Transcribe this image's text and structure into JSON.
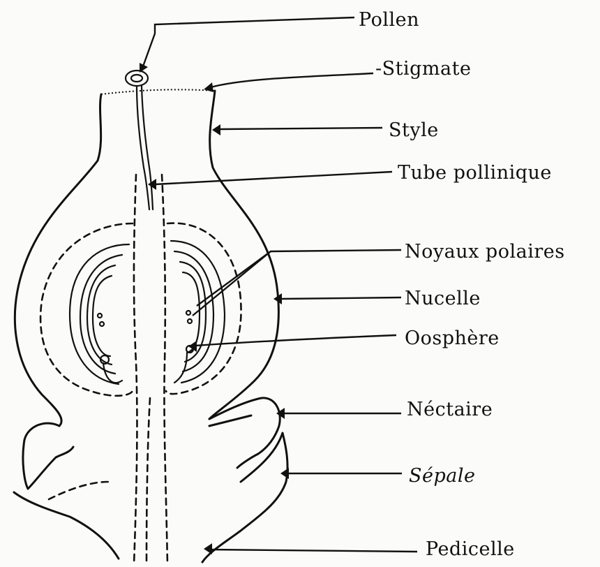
{
  "labels": {
    "pollen": "Pollen",
    "stigmate": "-Stigmate",
    "style": "Style",
    "tube_pollinique": "Tube pollinique",
    "noyaux_polaires": "Noyaux polaires",
    "nucelle": "Nucelle",
    "oosphere": "Oosphère",
    "nectaire": "Néctaire",
    "sepale": "Sépale",
    "pedicelle": "Pedicelle"
  },
  "colors": {
    "ink": "#111111",
    "paper": "#fbfbf9"
  }
}
